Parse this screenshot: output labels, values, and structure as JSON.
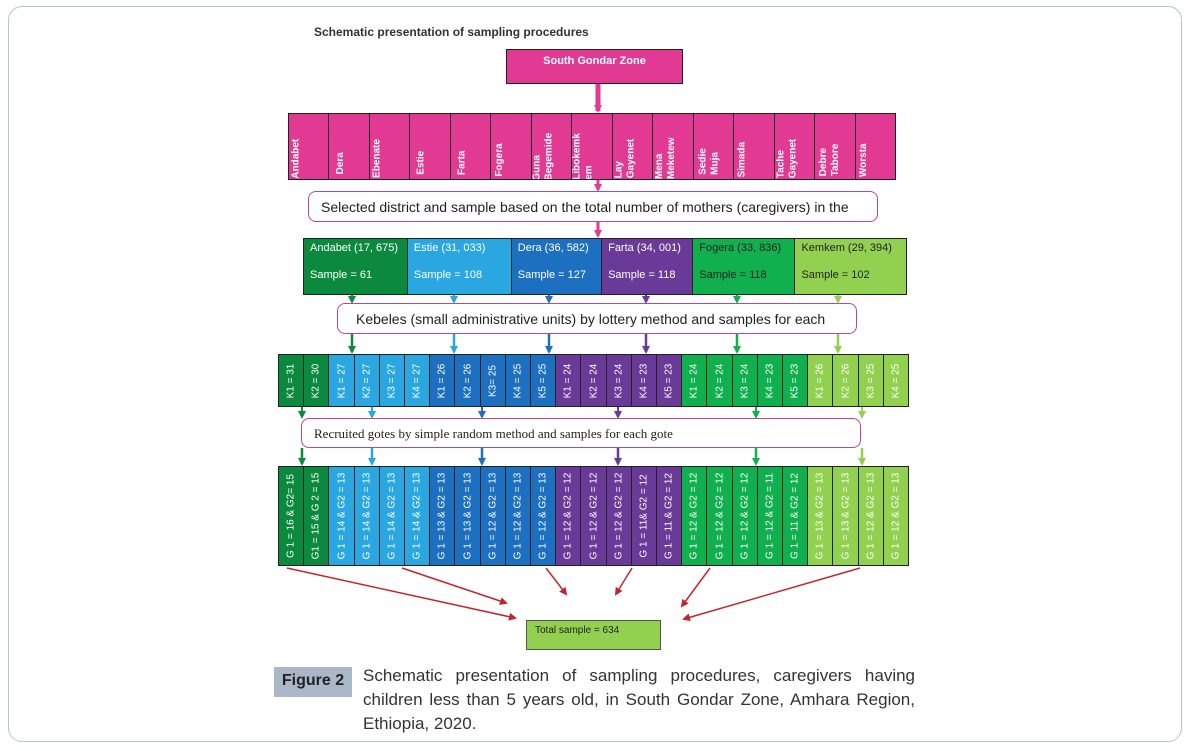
{
  "diagram": {
    "title": "Schematic presentation of sampling procedures",
    "zone": "South Gondar Zone",
    "districts": [
      "Andabet",
      "Dera",
      "Ebenate",
      "Estie",
      "Farta",
      "Fogera",
      "Guna\nBegemide",
      "Libokemk\nem",
      "Lay\nGayenet",
      "Mena\nMeketew",
      "Sedie\nMuja",
      "Simada",
      "Tache\nGayenet",
      "Debre\nTabore",
      "Worsta"
    ],
    "callout1": "Selected district and sample based on the total number of mothers (caregivers) in the",
    "samples": [
      {
        "name": "Andabet (17, 675)",
        "sample": "Sample = 61",
        "color": "#0b8a3e"
      },
      {
        "name": "Estie (31, 033)",
        "sample": "Sample = 108",
        "color": "#2aa6e0"
      },
      {
        "name": "Dera (36, 582)",
        "sample": "Sample = 127",
        "color": "#1d6fbf"
      },
      {
        "name": "Farta (34, 001)",
        "sample": "Sample = 118",
        "color": "#6a3a99"
      },
      {
        "name": "Fogera (33, 836)",
        "sample": "Sample = 118",
        "color": "#11b04f"
      },
      {
        "name": "Kemkem (29, 394)",
        "sample": "Sample = 102",
        "color": "#92d050"
      }
    ],
    "callout2": "Kebeles (small administrative units) by lottery method and samples for each",
    "kebeles": [
      {
        "t": "K1 = 31",
        "c": "#0b8a3e"
      },
      {
        "t": "K2 = 30",
        "c": "#0b8a3e"
      },
      {
        "t": "K1 = 27",
        "c": "#2aa6e0"
      },
      {
        "t": "K2 = 27",
        "c": "#2aa6e0"
      },
      {
        "t": "K3 = 27",
        "c": "#2aa6e0"
      },
      {
        "t": "K4 = 27",
        "c": "#2aa6e0"
      },
      {
        "t": "K1 = 26",
        "c": "#1d6fbf"
      },
      {
        "t": "K2 = 26",
        "c": "#1d6fbf"
      },
      {
        "t": "K3= 25",
        "c": "#1d6fbf"
      },
      {
        "t": "K4 = 25",
        "c": "#1d6fbf"
      },
      {
        "t": "K5 = 25",
        "c": "#1d6fbf"
      },
      {
        "t": "K1 = 24",
        "c": "#6a3a99"
      },
      {
        "t": "K2 = 24",
        "c": "#6a3a99"
      },
      {
        "t": "K3 = 24",
        "c": "#6a3a99"
      },
      {
        "t": "K4 = 23",
        "c": "#6a3a99"
      },
      {
        "t": "K5 = 23",
        "c": "#6a3a99"
      },
      {
        "t": "K1 = 24",
        "c": "#11b04f"
      },
      {
        "t": "K2 = 24",
        "c": "#11b04f"
      },
      {
        "t": "K3 = 24",
        "c": "#11b04f"
      },
      {
        "t": "K4 = 23",
        "c": "#11b04f"
      },
      {
        "t": "K5 = 23",
        "c": "#11b04f"
      },
      {
        "t": "K1 = 26",
        "c": "#92d050"
      },
      {
        "t": "K2 = 26",
        "c": "#92d050"
      },
      {
        "t": "K3 = 25",
        "c": "#92d050"
      },
      {
        "t": "K4 = 25",
        "c": "#92d050"
      }
    ],
    "callout3": "Recruited gotes by simple random method and samples for each gote",
    "gotes": [
      {
        "t": "G 1 = 16 & G2= 15",
        "c": "#0b8a3e"
      },
      {
        "t": "G1 = 15 & G 2 = 15",
        "c": "#0b8a3e"
      },
      {
        "t": "G 1 = 14 & G2 = 13",
        "c": "#2aa6e0"
      },
      {
        "t": "G 1 = 14 & G2 = 13",
        "c": "#2aa6e0"
      },
      {
        "t": "G 1 = 14 & G2 = 13",
        "c": "#2aa6e0"
      },
      {
        "t": "G 1 = 14 & G2 = 13",
        "c": "#2aa6e0"
      },
      {
        "t": "G 1 = 13 & G2 = 13",
        "c": "#1d6fbf"
      },
      {
        "t": "G 1 = 13 & G2 = 13",
        "c": "#1d6fbf"
      },
      {
        "t": "G 1 = 12 & G2 = 13",
        "c": "#1d6fbf"
      },
      {
        "t": "G 1 = 12 & G2 = 13",
        "c": "#1d6fbf"
      },
      {
        "t": "G 1 = 12 & G2 = 13",
        "c": "#1d6fbf"
      },
      {
        "t": "G 1 = 12 & G2 = 12",
        "c": "#6a3a99"
      },
      {
        "t": "G 1 = 12 & G2 = 12",
        "c": "#6a3a99"
      },
      {
        "t": "G 1 = 12 & G2 = 12",
        "c": "#6a3a99"
      },
      {
        "t": "G 1 = 11& G2 = 12",
        "c": "#6a3a99"
      },
      {
        "t": "G 1 = 11 & G2 = 12",
        "c": "#6a3a99"
      },
      {
        "t": "G 1 = 12 & G2 = 12",
        "c": "#11b04f"
      },
      {
        "t": "G 1 = 12 & G2 = 12",
        "c": "#11b04f"
      },
      {
        "t": "G 1 = 12 & G2 = 12",
        "c": "#11b04f"
      },
      {
        "t": "G 1 = 12 & G2 = 11",
        "c": "#11b04f"
      },
      {
        "t": "G 1 = 11 & G2 = 12",
        "c": "#11b04f"
      },
      {
        "t": "G 1 = 13 & G2 = 13",
        "c": "#92d050"
      },
      {
        "t": "G 1 = 13 & G2 = 13",
        "c": "#92d050"
      },
      {
        "t": "G 1 = 12 & G2 = 13",
        "c": "#92d050"
      },
      {
        "t": "G 1 = 12 & G2 = 13",
        "c": "#92d050"
      }
    ],
    "total": "Total sample = 634",
    "zone_color": "#e23a92",
    "arrow_red": "#c0272d"
  },
  "figure": {
    "label": "Figure 2",
    "caption": "Schematic presentation of sampling procedures, caregivers having children less than 5 years old, in South Gondar Zone, Amhara Region, Ethiopia, 2020."
  }
}
